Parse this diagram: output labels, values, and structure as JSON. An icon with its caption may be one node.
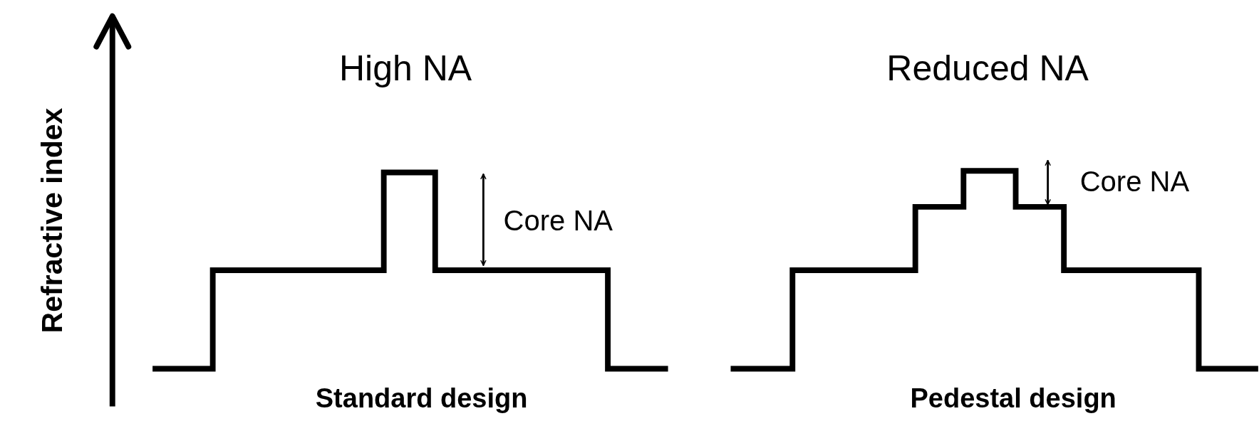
{
  "diagram": {
    "labels": [
      "Refractive index",
      "High NA",
      "Reduced NA",
      "Core NA",
      "Core NA",
      "Standard design",
      "Pedestal design"
    ]
  }
}
